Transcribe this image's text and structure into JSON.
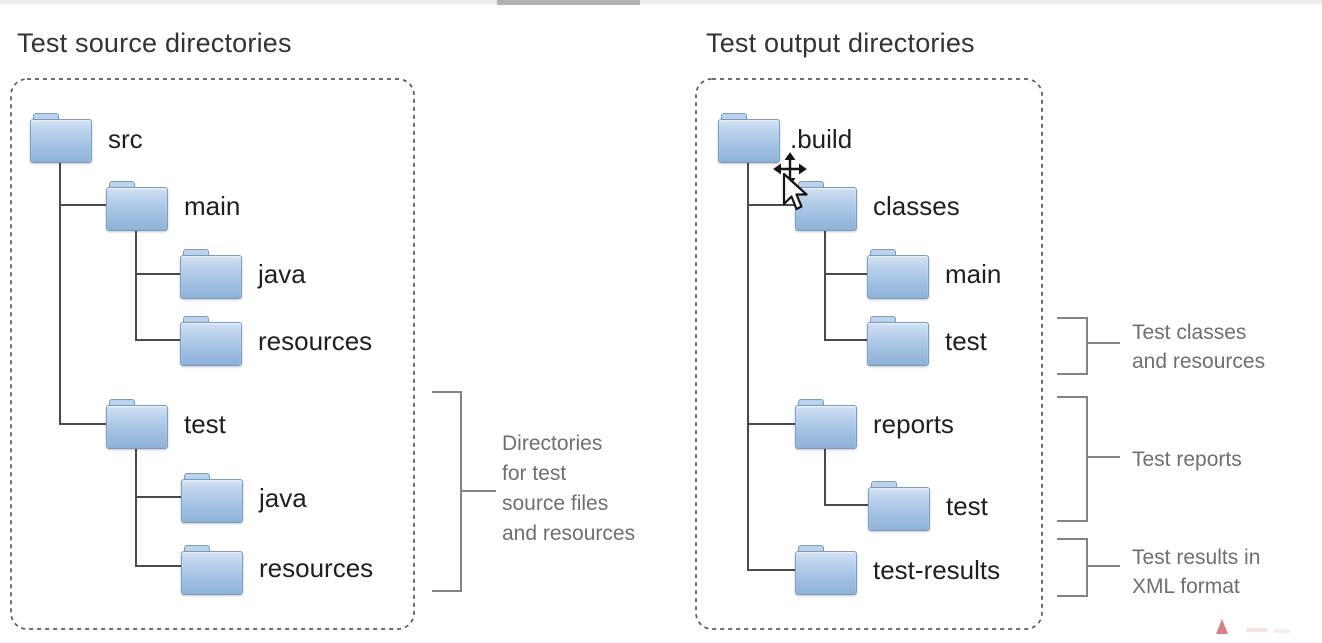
{
  "page": {
    "background": "#ffffff"
  },
  "top_scrollbar": {
    "track_color": "#ededed",
    "thumb_color": "#b2b2b2"
  },
  "left_panel": {
    "title": "Test source directories",
    "nodes": [
      {
        "label": "src",
        "depth": 0
      },
      {
        "label": "main",
        "depth": 1
      },
      {
        "label": "java",
        "depth": 2
      },
      {
        "label": "resources",
        "depth": 2
      },
      {
        "label": "test",
        "depth": 1
      },
      {
        "label": "java",
        "depth": 2
      },
      {
        "label": "resources",
        "depth": 2
      }
    ],
    "note": {
      "lines": [
        "Directories",
        "for test",
        "source files",
        "and resources"
      ]
    }
  },
  "right_panel": {
    "title": "Test output directories",
    "nodes": [
      {
        "label": ".build",
        "depth": 0
      },
      {
        "label": "classes",
        "depth": 1
      },
      {
        "label": "main",
        "depth": 2
      },
      {
        "label": "test",
        "depth": 2
      },
      {
        "label": "reports",
        "depth": 1
      },
      {
        "label": "test",
        "depth": 2
      },
      {
        "label": "test-results",
        "depth": 1
      }
    ],
    "notes": [
      {
        "lines": [
          "Test classes",
          "and resources"
        ]
      },
      {
        "lines": [
          "Test reports"
        ]
      },
      {
        "lines": [
          "Test results in",
          "XML format"
        ]
      }
    ]
  },
  "icons": {
    "folder": "blue folder",
    "cursor": "move cross with pointer arrow",
    "marker": "small red arrow"
  },
  "colors": {
    "folder_border": "#7b9cc0",
    "folder_fill_top": "#d2e1f2",
    "folder_fill_bottom": "#8fb2d7",
    "connector": "#4a4a4a",
    "bracket": "#838383",
    "dashed_border": "#5a5a5a",
    "title_text": "#333333",
    "label_text": "#1f1f1f",
    "note_text": "#6f6f6f",
    "red_marker": "#d4737b"
  }
}
